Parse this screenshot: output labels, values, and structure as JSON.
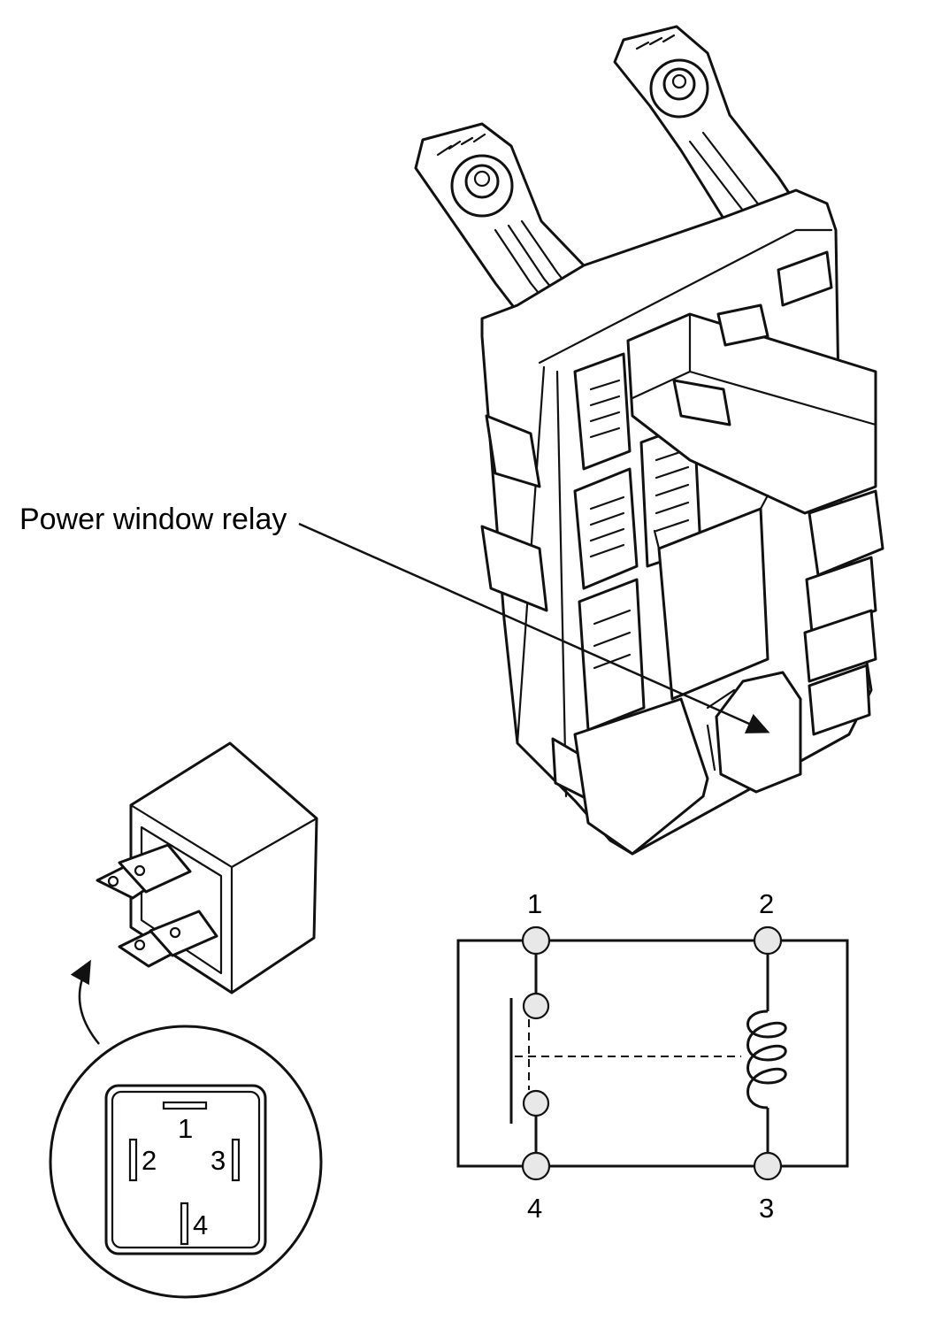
{
  "callout": {
    "label": "Power window relay"
  },
  "socket_pins": {
    "p1": "1",
    "p2": "2",
    "p3": "3",
    "p4": "4"
  },
  "schematic_terminals": {
    "t1": "1",
    "t2": "2",
    "t3": "3",
    "t4": "4"
  },
  "colors": {
    "line": "#111111",
    "background": "#ffffff",
    "terminal_fill": "#e8e8e8"
  }
}
